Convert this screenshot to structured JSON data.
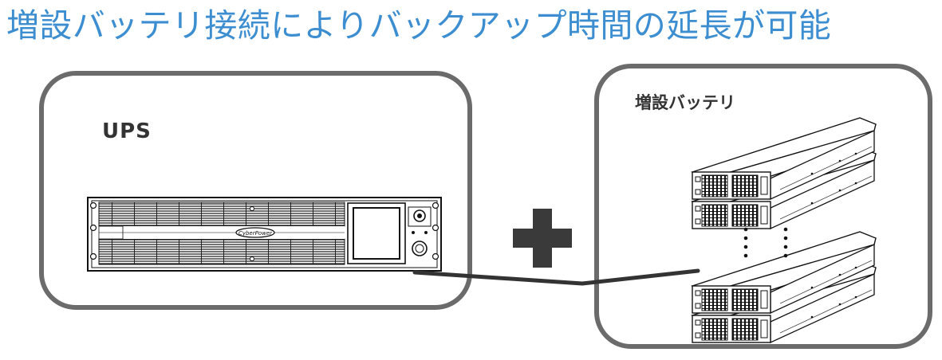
{
  "title": "増設バッテリ接続によりバックアップ時間の延長が可能",
  "ups_panel": {
    "label": "UPS",
    "brand_logo_text": "CyberPower"
  },
  "battery_panel": {
    "label": "増設バッテリ",
    "unit_count": 4
  },
  "plus_icon": "plus-sign",
  "colors": {
    "title": "#3c8ed0",
    "panel_border": "#6b6b6b",
    "plus": "#3a3a3a",
    "cable": "#333333",
    "label": "#333333"
  }
}
